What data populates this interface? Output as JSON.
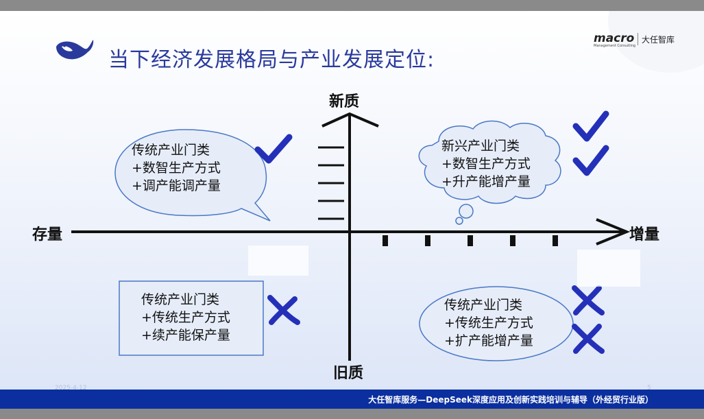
{
  "slide": {
    "title": "当下经济发展格局与产业发展定位:",
    "brand": {
      "name": "macro",
      "sub": "Management Consulting",
      "cn": "大任智库"
    },
    "footer": "大任智库服务—DeepSeek深度应用及创新实践培训与辅导（外经贸行业版）",
    "date": "2025-4-12",
    "page_number": "5"
  },
  "axes": {
    "top": "新质",
    "bottom": "旧质",
    "left": "存量",
    "right": "增量"
  },
  "quadrants": {
    "top_left": {
      "lines": [
        "传统产业门类",
        "+数智生产方式",
        "+调产能调产量"
      ],
      "marks": [
        "check"
      ]
    },
    "top_right": {
      "lines": [
        "新兴产业门类",
        "+数智生产方式",
        "+升产能增产量"
      ],
      "marks": [
        "check",
        "check"
      ]
    },
    "bottom_left": {
      "lines": [
        "传统产业门类",
        "+传统生产方式",
        "+续产能保产量"
      ],
      "marks": [
        "cross"
      ]
    },
    "bottom_right": {
      "lines": [
        "传统产业门类",
        "+传统生产方式",
        "+扩产能增产量"
      ],
      "marks": [
        "cross",
        "cross"
      ]
    }
  },
  "colors": {
    "accent": "#2a3a9c",
    "mark": "#2430b8",
    "footer": "#0b2f9f",
    "bubble_fill": "#e6edf9",
    "bubble_stroke": "#4a78c4"
  }
}
